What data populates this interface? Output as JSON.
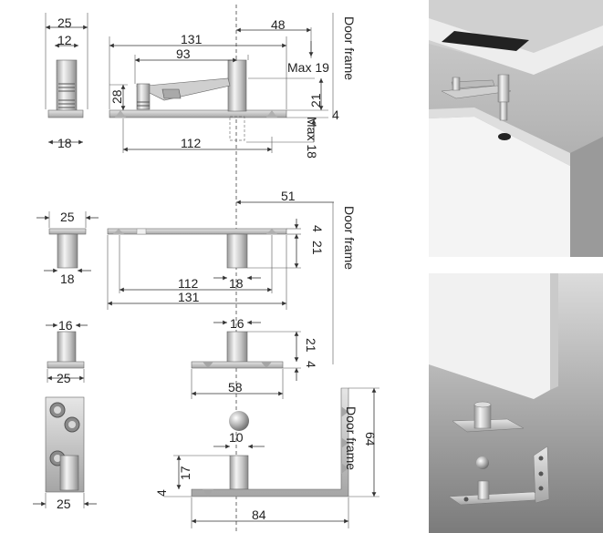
{
  "labels": {
    "door_frame": "Door frame",
    "max_19": "Max 19",
    "max_18": "Max 18"
  },
  "dimensions": {
    "top_side": {
      "width": "25",
      "inner": "12",
      "base": "18"
    },
    "top_front": {
      "total": "131",
      "arm": "93",
      "height": "28",
      "offset": "48",
      "upper": "21",
      "plate": "4",
      "pivot": "112"
    },
    "mid_side": {
      "width": "25",
      "base": "18"
    },
    "mid_front": {
      "offset": "51",
      "plate": "4",
      "height": "21",
      "pivot": "112",
      "pin": "18",
      "total": "131"
    },
    "small_side": {
      "pin": "16",
      "base": "25"
    },
    "small_front": {
      "pin": "16",
      "height": "21",
      "plate": "4",
      "length": "58"
    },
    "bottom_side": {
      "width": "25"
    },
    "bottom_front": {
      "pin": "10",
      "height": "17",
      "plate": "4",
      "length": "84",
      "bracket": "64"
    }
  },
  "colors": {
    "metal_light": "#e4e4e4",
    "metal_mid": "#bdbdbd",
    "metal_dark": "#8c8c8c",
    "photo_bg_top": "#d9d9d9",
    "photo_bg_bottom": "#7e7e7e",
    "door_panel": "#f2f2f2"
  }
}
